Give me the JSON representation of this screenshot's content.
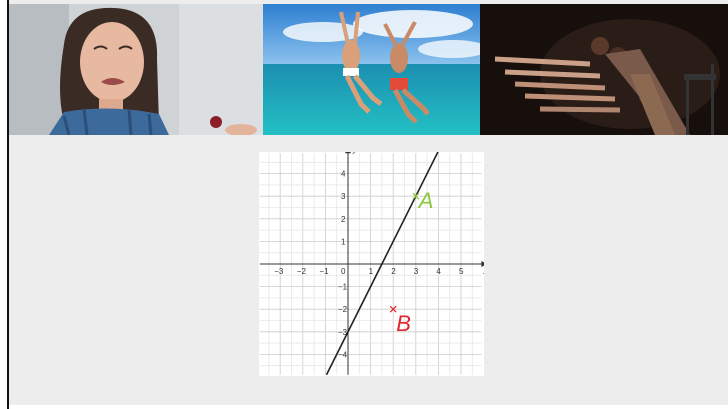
{
  "colors": {
    "background": "#ededed",
    "point_a": "#8dc63f",
    "point_b": "#e0262b",
    "line": "#222222",
    "grid": "#cfcfcf"
  },
  "photos": [
    {
      "name": "crying-woman-photo"
    },
    {
      "name": "cliff-jumping-photo"
    },
    {
      "name": "dancers-reaching-photo"
    }
  ],
  "graph": {
    "x_axis_label": "x",
    "y_axis_label": "y",
    "origin_label": "0",
    "x_ticks": [
      "−3",
      "−2",
      "−1",
      "1",
      "2",
      "3",
      "4",
      "5"
    ],
    "y_ticks": [
      "4",
      "3",
      "2",
      "1",
      "−1",
      "−2",
      "−3",
      "−4"
    ],
    "point_a": {
      "label": "A",
      "x": 3,
      "y": 3
    },
    "point_b": {
      "label": "B",
      "x": 2,
      "y": -2
    },
    "line": {
      "slope": 2,
      "intercept": -3
    }
  }
}
